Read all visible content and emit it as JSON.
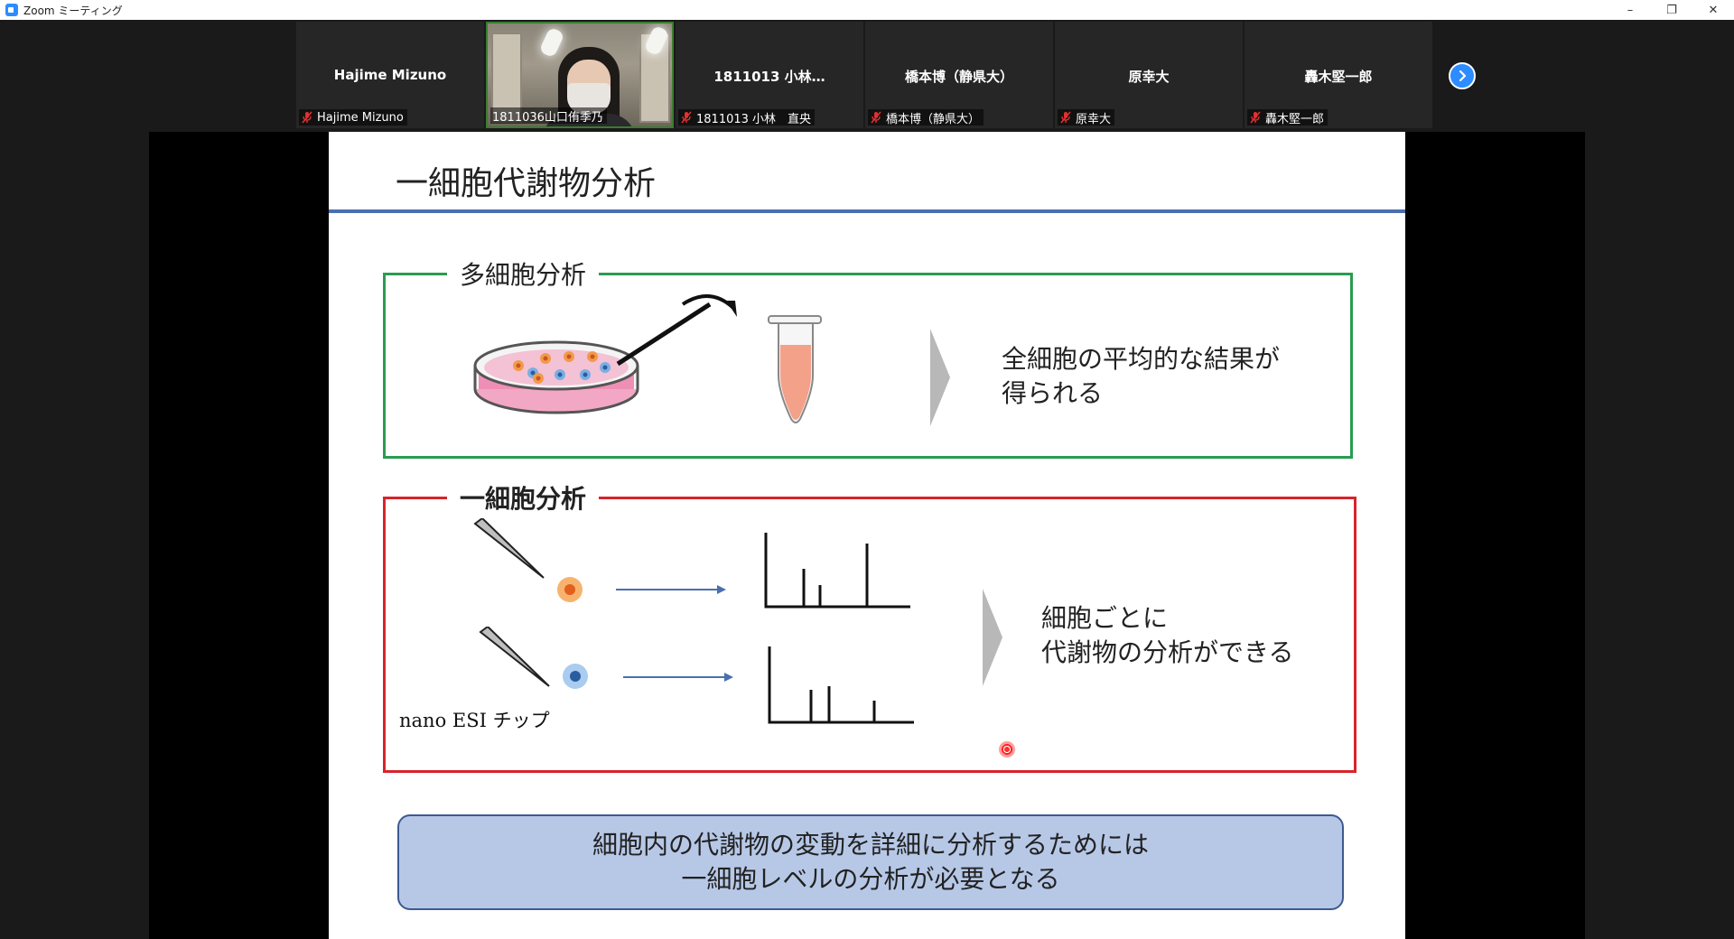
{
  "window": {
    "title": "Zoom ミーティング",
    "controls": {
      "minimize": "–",
      "restore": "❐",
      "close": "✕"
    }
  },
  "participants": [
    {
      "display_name": "Hajime Mizuno",
      "label": "Hajime Mizuno",
      "muted": true,
      "video": false
    },
    {
      "display_name": "",
      "label": "1811036山口侑季乃",
      "muted": false,
      "video": true
    },
    {
      "display_name": "1811013 小林…",
      "label": "1811013 小林　直央",
      "muted": true,
      "video": false
    },
    {
      "display_name": "橋本博（静県大）",
      "label": "橋本博（静県大）",
      "muted": true,
      "video": false
    },
    {
      "display_name": "原幸大",
      "label": "原幸大",
      "muted": true,
      "video": false
    },
    {
      "display_name": "轟木堅一郎",
      "label": "轟木堅一郎",
      "muted": true,
      "video": false
    }
  ],
  "colors": {
    "zoom_blue": "#2d8cff",
    "slide_rule": "#4a6fb0",
    "green_box": "#2a9c4f",
    "red_box": "#d8242c",
    "bottom_box_fill": "#b7c8e7"
  },
  "slide": {
    "title": "一細胞代謝物分析",
    "multi_cell": {
      "label": "多細胞分析",
      "result_line1": "全細胞の平均的な結果が",
      "result_line2": "得られる"
    },
    "single_cell": {
      "label": "一細胞分析",
      "tip_label": "nano ESI チップ",
      "result_line1": "細胞ごとに",
      "result_line2": "代謝物の分析ができる"
    },
    "conclusion_line1": "細胞内の代謝物の変動を詳細に分析するためには",
    "conclusion_line2": "一細胞レベルの分析が必要となる"
  }
}
